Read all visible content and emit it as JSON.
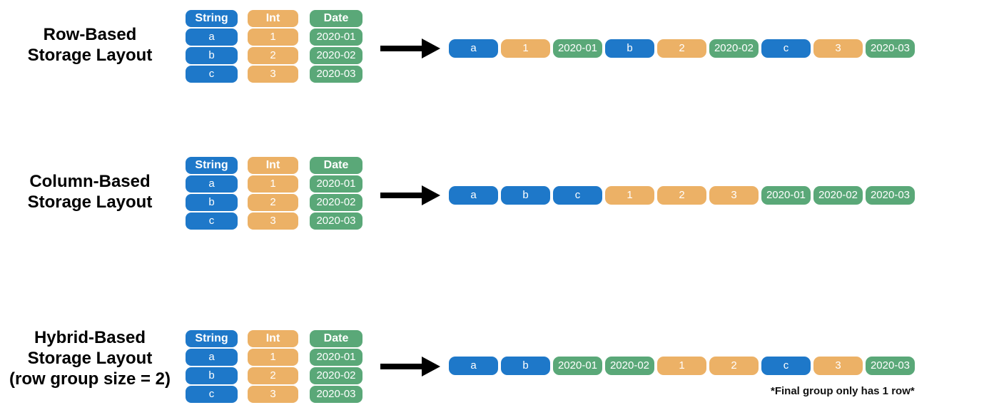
{
  "palette": {
    "blue": "#1e78c9",
    "orange": "#ecb166",
    "green": "#5aa878",
    "arrow_color": "#000000",
    "pill_text": "#ffffff",
    "title_text": "#000000"
  },
  "source_table": {
    "columns": [
      {
        "header": "String",
        "color": "blue",
        "values": [
          "a",
          "b",
          "c"
        ]
      },
      {
        "header": "Int",
        "color": "orange",
        "values": [
          "1",
          "2",
          "3"
        ]
      },
      {
        "header": "Date",
        "color": "green",
        "values": [
          "2020-01",
          "2020-02",
          "2020-03"
        ]
      }
    ]
  },
  "sections": [
    {
      "id": "row-based",
      "title_lines": [
        "Row-Based",
        "Storage Layout"
      ],
      "sequence": [
        {
          "label": "a",
          "color": "blue"
        },
        {
          "label": "1",
          "color": "orange"
        },
        {
          "label": "2020-01",
          "color": "green"
        },
        {
          "label": "b",
          "color": "blue"
        },
        {
          "label": "2",
          "color": "orange"
        },
        {
          "label": "2020-02",
          "color": "green"
        },
        {
          "label": "c",
          "color": "blue"
        },
        {
          "label": "3",
          "color": "orange"
        },
        {
          "label": "2020-03",
          "color": "green"
        }
      ]
    },
    {
      "id": "column-based",
      "title_lines": [
        "Column-Based",
        "Storage Layout"
      ],
      "sequence": [
        {
          "label": "a",
          "color": "blue"
        },
        {
          "label": "b",
          "color": "blue"
        },
        {
          "label": "c",
          "color": "blue"
        },
        {
          "label": "1",
          "color": "orange"
        },
        {
          "label": "2",
          "color": "orange"
        },
        {
          "label": "3",
          "color": "orange"
        },
        {
          "label": "2020-01",
          "color": "green"
        },
        {
          "label": "2020-02",
          "color": "green"
        },
        {
          "label": "2020-03",
          "color": "green"
        }
      ]
    },
    {
      "id": "hybrid-based",
      "title_lines": [
        "Hybrid-Based",
        "Storage Layout",
        "(row group size = 2)"
      ],
      "sequence": [
        {
          "label": "a",
          "color": "blue"
        },
        {
          "label": "b",
          "color": "blue"
        },
        {
          "label": "2020-01",
          "color": "green"
        },
        {
          "label": "2020-02",
          "color": "green"
        },
        {
          "label": "1",
          "color": "orange"
        },
        {
          "label": "2",
          "color": "orange"
        },
        {
          "label": "c",
          "color": "blue"
        },
        {
          "label": "3",
          "color": "orange"
        },
        {
          "label": "2020-03",
          "color": "green"
        }
      ],
      "footnote": "*Final group only has 1 row*"
    }
  ]
}
